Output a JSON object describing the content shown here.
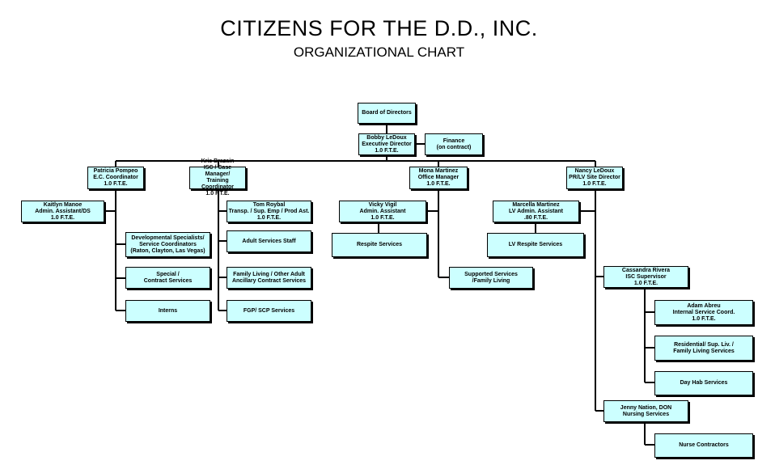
{
  "title": "CITIZENS FOR THE D.D., INC.",
  "subtitle": "ORGANIZATIONAL CHART",
  "boxes": {
    "board": "Board of Directors",
    "bobby": "Bobby LeDoux\nExecutive Director\n1.0 F.T.E.",
    "finance": "Finance\n(on contract)",
    "patricia": "Patricia Pompeo\nE.C. Coordinator\n1.0 F.T.E.",
    "kris": "Kris Brazain\nISC / Case Manager/\nTraining Coordinator\n1.0 F.T.E.",
    "mona": "Mona Martinez\nOffice Manager\n1.0 F.T.E.",
    "nancy": "Nancy LeDoux\nPR/LV Site Director\n1.0 F.T.E.",
    "kaitlyn": "Kaitlyn Manoe\nAdmin. Assistant/DS\n1.0 F.T.E.",
    "devspec": "Developmental Specialists/\nService Coordinators\n(Raton, Clayton, Las Vegas)",
    "special": "Special /\nContract Services",
    "interns": "Interns",
    "tom": "Tom Roybal\nTransp. / Sup. Emp / Prod Ast.\n1.0 F.T.E.",
    "adultstaff": "Adult Services Staff",
    "familyliving": "Family Living / Other Adult\nAncillary Contract Services",
    "fgp": "FGP/ SCP Services",
    "vicky": "Vicky Vigil\nAdmin. Assistant\n1.0 F.T.E.",
    "respite": "Respite Services",
    "supported": "Supported Services\n/Family Living",
    "marcella": "Marcella Martinez\nLV Admin. Assistant\n.80 F.T.E.",
    "lvrespite": "LV Respite Services",
    "cassandra": "Cassandra Rivera\nISC Supervisor\n1.0 F.T.E.",
    "adam": "Adam Abreu\nInternal Service Coord.\n1.0 F.T.E.",
    "residential": "Residential/ Sup. Liv. /\nFamily Living Services",
    "dayhab": "Day Hab Services",
    "jenny": "Jenny Nation, DON\nNursing Services",
    "nurse": "Nurse Contractors"
  },
  "colors": {
    "box_fill": "#ccffff",
    "line": "#000000"
  }
}
